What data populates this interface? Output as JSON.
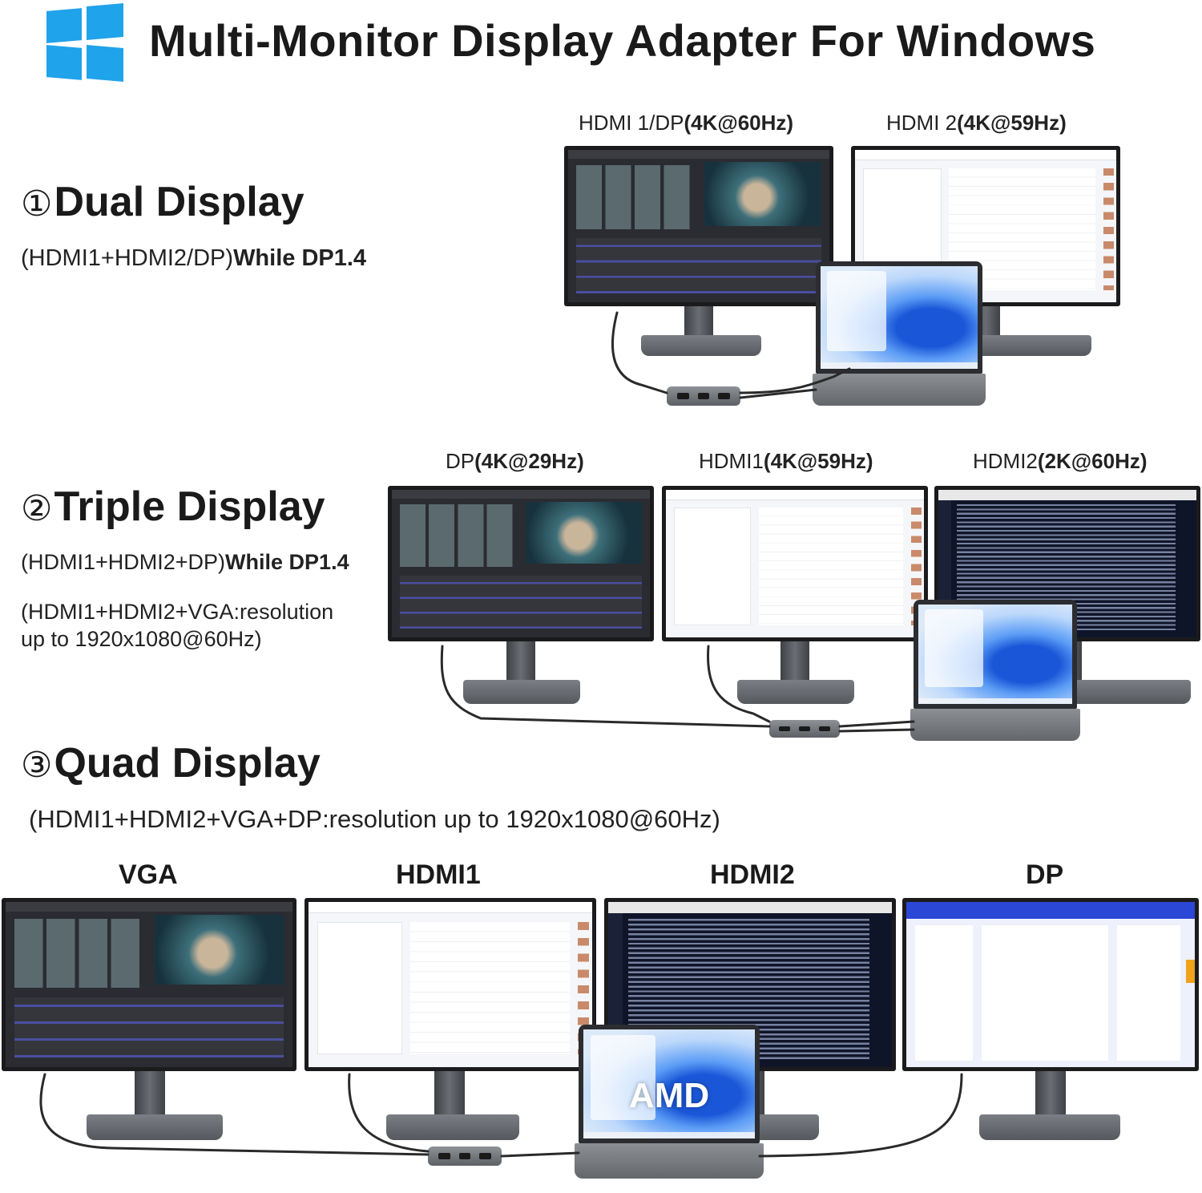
{
  "header": {
    "title": "Multi-Monitor Display Adapter For Windows",
    "logo_icon": "windows-logo-icon",
    "logo_color": "#1fa3ea"
  },
  "dual": {
    "num": "①",
    "title": "Dual Display",
    "sub_plain": "(HDMI1+HDMI2/DP)",
    "sub_bold": "While DP1.4",
    "port1_plain": "HDMI 1/DP",
    "port1_bold": "(4K@60Hz)",
    "port2_plain": "HDMI 2",
    "port2_bold": "(4K@59Hz)"
  },
  "triple": {
    "num": "②",
    "title": "Triple Display",
    "sub1_plain": "(HDMI1+HDMI2+DP)",
    "sub1_bold": "While DP1.4",
    "sub2_line1": "(HDMI1+HDMI2+VGA:resolution",
    "sub2_line2": "up to 1920x1080@60Hz)",
    "port1_plain": "DP",
    "port1_bold": "(4K@29Hz)",
    "port2_plain": "HDMI1",
    "port2_bold": "(4K@59Hz)",
    "port3_plain": "HDMI2",
    "port3_bold": "(2K@60Hz)"
  },
  "quad": {
    "num": "③",
    "title": "Quad Display",
    "sub": "(HDMI1+HDMI2+VGA+DP:resolution up to 1920x1080@60Hz)",
    "labels": [
      "VGA",
      "HDMI1",
      "HDMI2",
      "DP"
    ],
    "laptop_text": "AMD"
  }
}
